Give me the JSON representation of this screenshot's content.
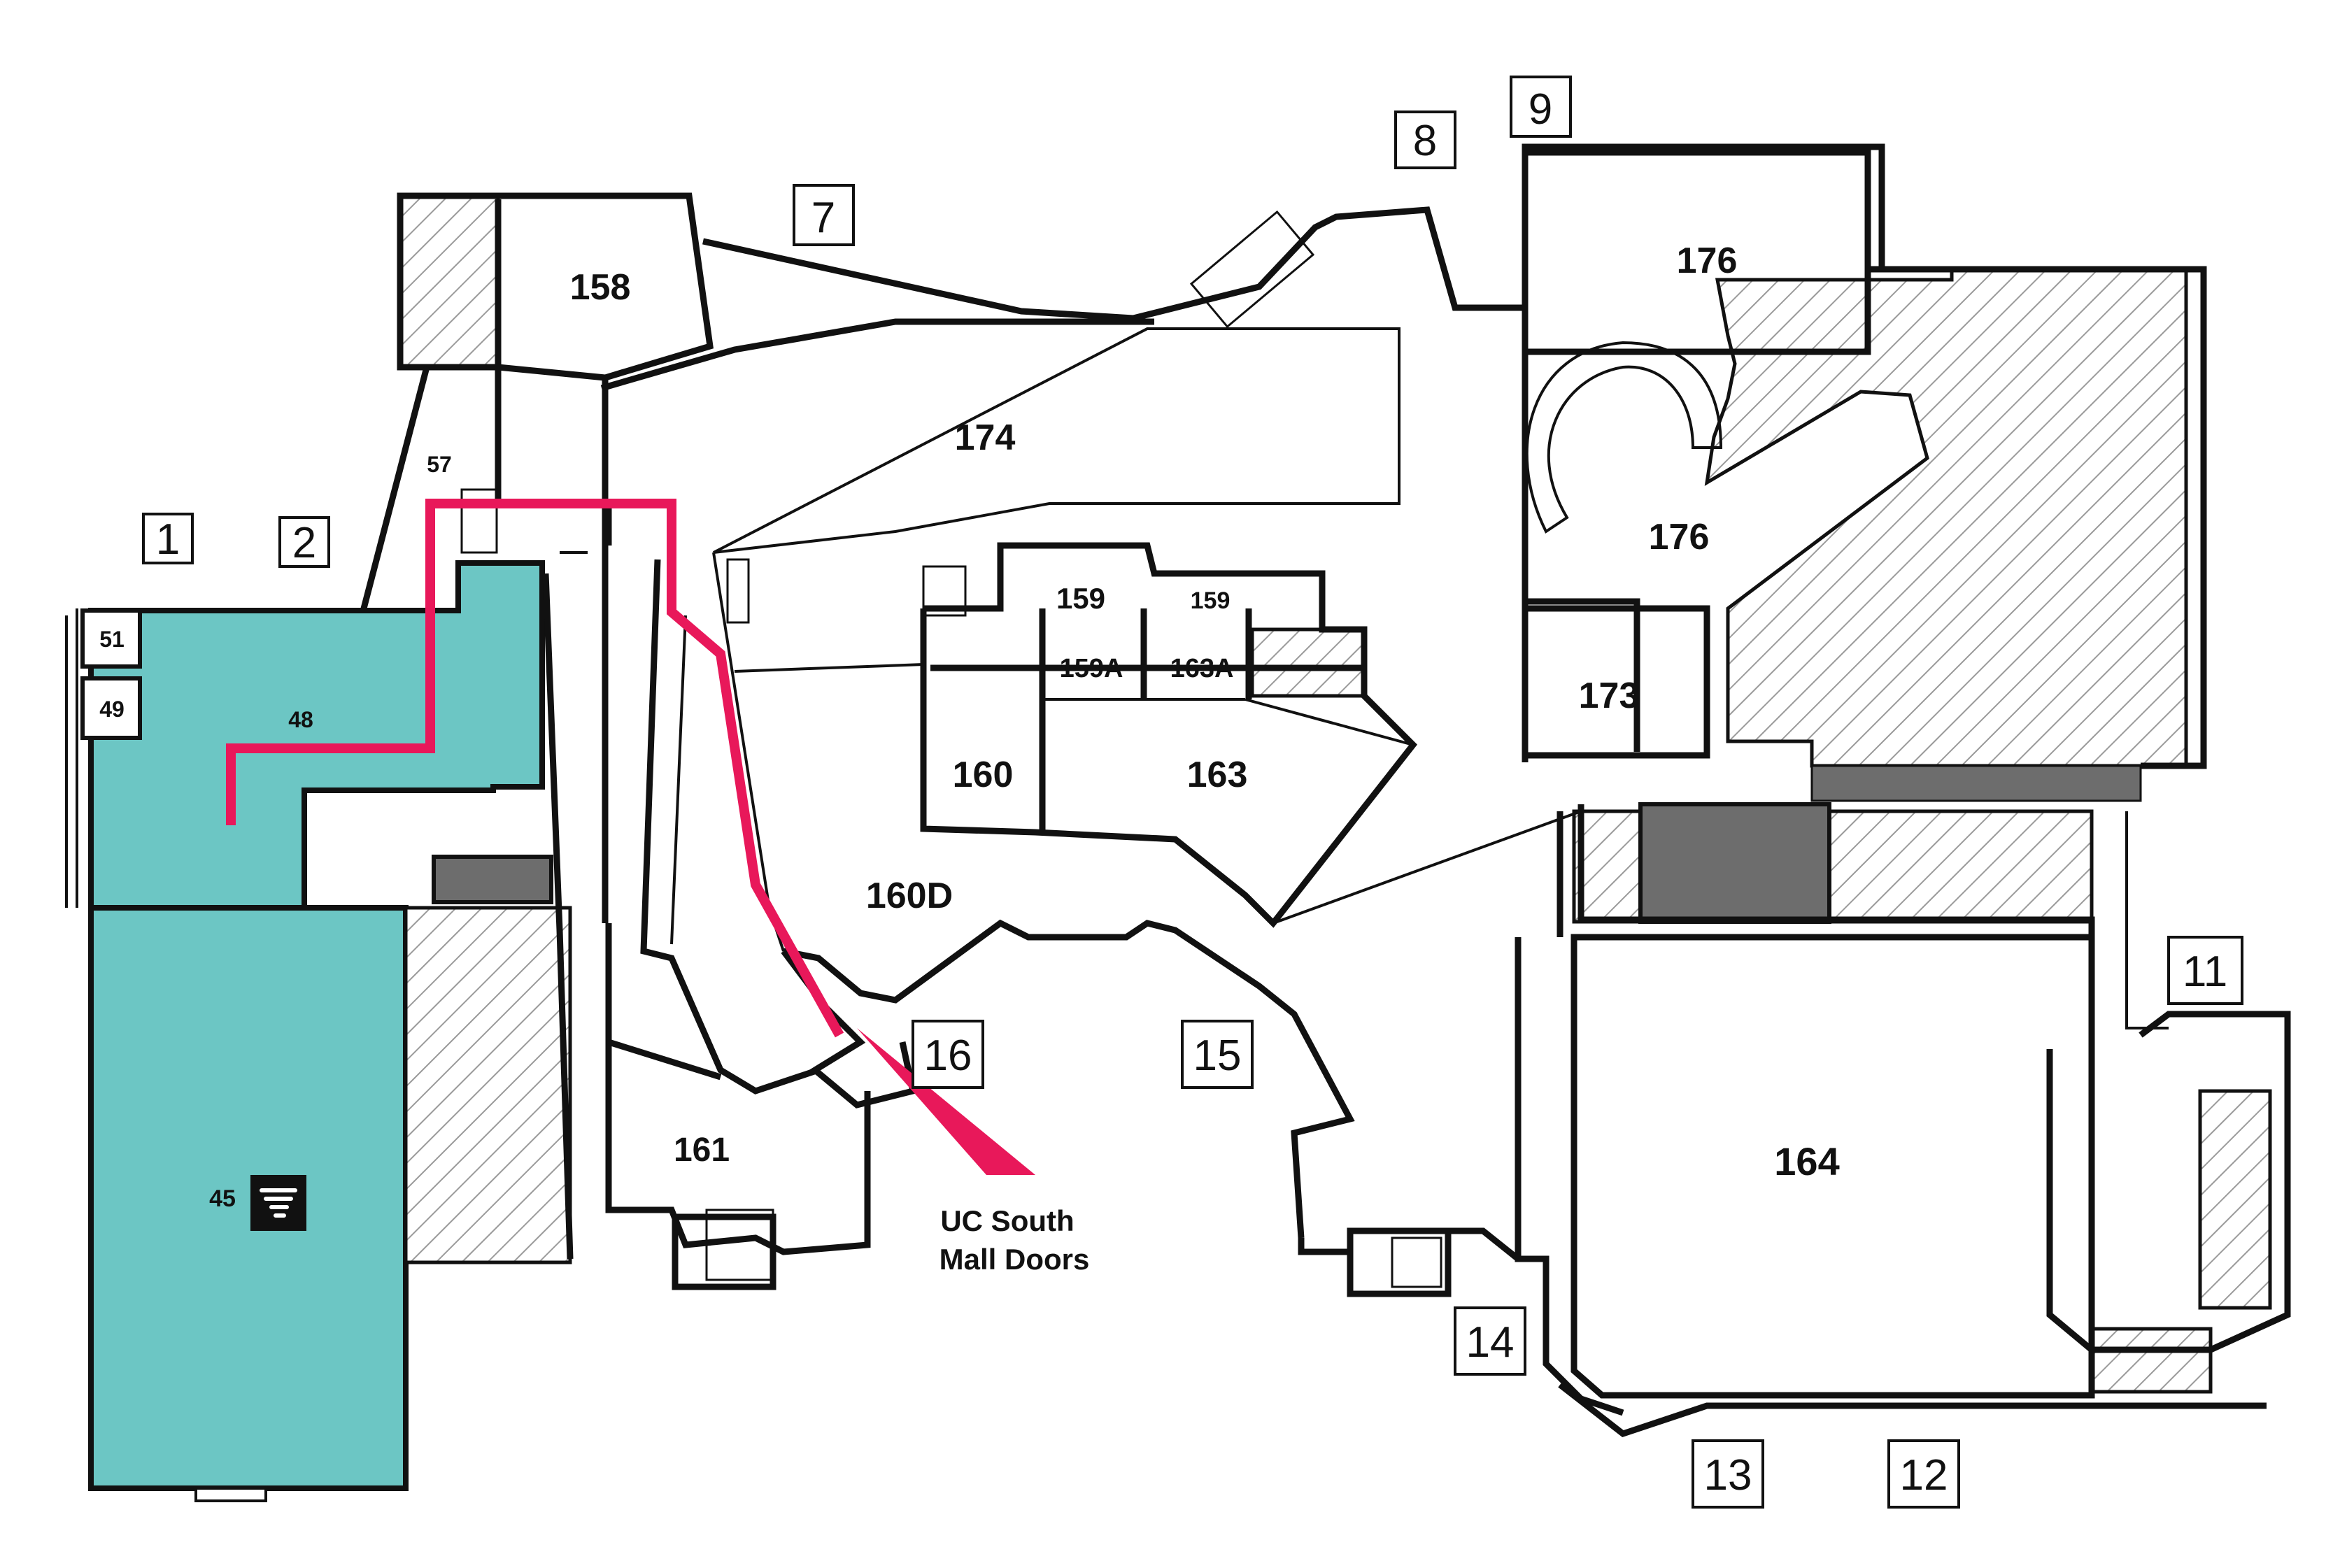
{
  "map": {
    "rooms": [
      {
        "id": "158",
        "label": "158"
      },
      {
        "id": "174",
        "label": "174"
      },
      {
        "id": "176a",
        "label": "176"
      },
      {
        "id": "176b",
        "label": "176"
      },
      {
        "id": "57",
        "label": "57"
      },
      {
        "id": "51",
        "label": "51"
      },
      {
        "id": "49",
        "label": "49"
      },
      {
        "id": "48",
        "label": "48"
      },
      {
        "id": "45",
        "label": "45"
      },
      {
        "id": "159",
        "label": "159"
      },
      {
        "id": "159b",
        "label": "159"
      },
      {
        "id": "159A",
        "label": "159A"
      },
      {
        "id": "163A",
        "label": "163A"
      },
      {
        "id": "160",
        "label": "160"
      },
      {
        "id": "163",
        "label": "163"
      },
      {
        "id": "173",
        "label": "173"
      },
      {
        "id": "160D",
        "label": "160D"
      },
      {
        "id": "161",
        "label": "161"
      },
      {
        "id": "164",
        "label": "164"
      }
    ],
    "doors": [
      {
        "id": "d1",
        "label": "1"
      },
      {
        "id": "d2",
        "label": "2"
      },
      {
        "id": "d7",
        "label": "7"
      },
      {
        "id": "d8",
        "label": "8"
      },
      {
        "id": "d9",
        "label": "9"
      },
      {
        "id": "d11",
        "label": "11"
      },
      {
        "id": "d12",
        "label": "12"
      },
      {
        "id": "d13",
        "label": "13"
      },
      {
        "id": "d14",
        "label": "14"
      },
      {
        "id": "d15",
        "label": "15"
      },
      {
        "id": "d16",
        "label": "16"
      }
    ],
    "callout": {
      "line1": "UC South",
      "line2": "Mall Doors"
    },
    "colors": {
      "highlight": "#6cc6c4",
      "route": "#e8185a",
      "dark_room": "#6d6d6d",
      "wall": "#111111"
    },
    "icons": {
      "room45": "tornado-shelter-icon"
    }
  }
}
